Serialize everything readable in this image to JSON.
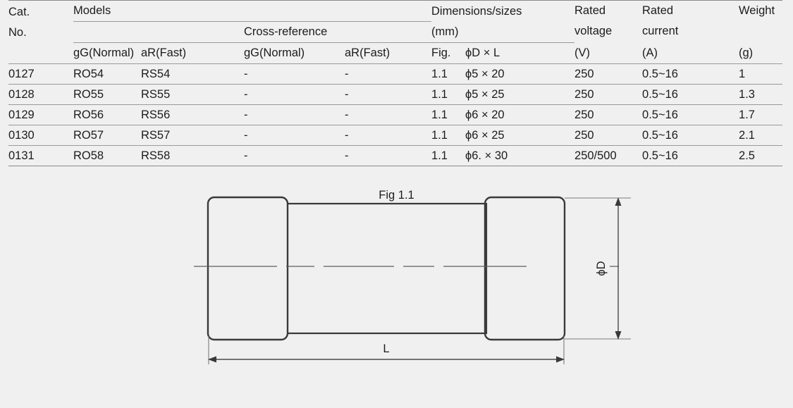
{
  "table": {
    "headers": {
      "cat_no_line1": "Cat.",
      "cat_no_line2": "No.",
      "models_group": "Models",
      "cross_reference_group": "Cross-reference",
      "models_gg": "gG(Normal)",
      "models_ar": "aR(Fast)",
      "xref_gg": "gG(Normal)",
      "xref_ar": "aR(Fast)",
      "dimensions_line1": "Dimensions/sizes",
      "dimensions_line2": "(mm)",
      "fig": "Fig.",
      "dia_length": "ϕD × L",
      "rated_voltage_line1": "Rated",
      "rated_voltage_line2": "voltage",
      "rated_voltage_unit": "(V)",
      "rated_current_line1": "Rated",
      "rated_current_line2": "current",
      "rated_current_unit": "(A)",
      "weight_line1": "Weight",
      "weight_unit": "(g)"
    },
    "rows": [
      {
        "cat_no": "0127",
        "models_gg": "RO54",
        "models_ar": "RS54",
        "xref_gg": "-",
        "xref_ar": "-",
        "fig": "1.1",
        "dia_length": "ϕ5 × 20",
        "rated_voltage": "250",
        "rated_current": "0.5~16",
        "weight": "1"
      },
      {
        "cat_no": "0128",
        "models_gg": "RO55",
        "models_ar": "RS55",
        "xref_gg": "-",
        "xref_ar": "-",
        "fig": "1.1",
        "dia_length": "ϕ5 × 25",
        "rated_voltage": "250",
        "rated_current": "0.5~16",
        "weight": "1.3"
      },
      {
        "cat_no": "0129",
        "models_gg": "RO56",
        "models_ar": "RS56",
        "xref_gg": "-",
        "xref_ar": "-",
        "fig": "1.1",
        "dia_length": "ϕ6 × 20",
        "rated_voltage": "250",
        "rated_current": "0.5~16",
        "weight": "1.7"
      },
      {
        "cat_no": "0130",
        "models_gg": "RO57",
        "models_ar": "RS57",
        "xref_gg": "-",
        "xref_ar": "-",
        "fig": "1.1",
        "dia_length": "ϕ6 × 25",
        "rated_voltage": "250",
        "rated_current": "0.5~16",
        "weight": "2.1"
      },
      {
        "cat_no": "0131",
        "models_gg": "RO58",
        "models_ar": "RS58",
        "xref_gg": "-",
        "xref_ar": "-",
        "fig": "1.1",
        "dia_length": "ϕ6. × 30",
        "rated_voltage": "250/500",
        "rated_current": "0.5~16",
        "weight": "2.5"
      }
    ]
  },
  "figure": {
    "caption": "Fig 1.1",
    "diameter_label": "ϕD",
    "length_label": "L"
  },
  "colors": {
    "background": "#f0f0f0",
    "text": "#1c1c1c",
    "rule": "#9a9a9a",
    "rule_strong": "#8a8a8a",
    "outline": "#3a3a3a",
    "thin_line": "#6e6e6e"
  }
}
